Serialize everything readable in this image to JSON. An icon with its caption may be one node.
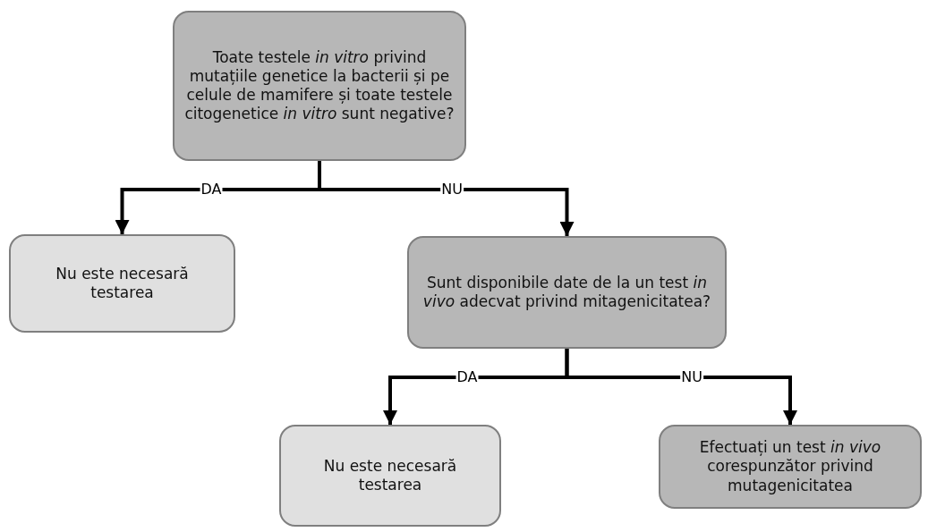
{
  "diagram": {
    "nodes": [
      {
        "text": [
          "Toate testele *in vitro* privind mutațiile genetice la bacterii și pe celule de mamifere și toate testele citogenetice *in vitro* sunt negative?"
        ]
      },
      {
        "text": [
          "Nu este necesară testarea"
        ]
      },
      {
        "text": [
          "Sunt disponibile date de la un test *in vivo* adecvat privind mitagenicitatea?"
        ]
      },
      {
        "text": [
          "Nu este necesară testarea"
        ]
      },
      {
        "text": [
          "Efectuați un test *in vivo* corespunzător privind mutagenicitatea"
        ]
      }
    ],
    "edges": [
      {
        "from": 0,
        "to": 1,
        "arrow": "to",
        "label": "DA"
      },
      {
        "from": 0,
        "to": 2,
        "arrow": "to",
        "label": "NU"
      },
      {
        "from": 2,
        "to": 3,
        "arrow": "to",
        "label": "DA"
      },
      {
        "from": 2,
        "to": 4,
        "arrow": "to",
        "label": "NU"
      }
    ]
  }
}
